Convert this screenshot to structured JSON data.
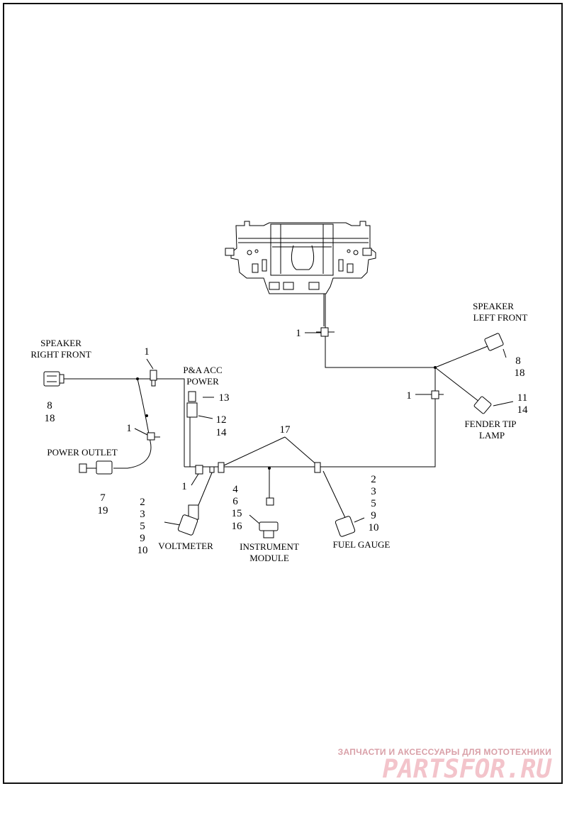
{
  "labels": {
    "speaker_left_front_1": "SPEAKER",
    "speaker_left_front_2": "LEFT FRONT",
    "speaker_right_front_1": "SPEAKER",
    "speaker_right_front_2": "RIGHT FRONT",
    "pa_acc_1": "P&A ACC",
    "pa_acc_2": "POWER",
    "power_outlet": "POWER OUTLET",
    "fender_tip_1": "FENDER TIP",
    "fender_tip_2": "LAMP",
    "voltmeter": "VOLTMETER",
    "instrument_1": "INSTRUMENT",
    "instrument_2": "MODULE",
    "fuel_gauge": "FUEL GAUGE"
  },
  "callouts": {
    "c1_top": "1",
    "c1_right": "1",
    "c1_rf": "1",
    "c1_outlet": "1",
    "c1_bottom": "1",
    "c17": "17",
    "rf_8": "8",
    "rf_18": "18",
    "lf_8": "8",
    "lf_18": "18",
    "ft_11": "11",
    "ft_14": "14",
    "pa_13": "13",
    "pa_12": "12",
    "pa_14": "14",
    "po_7": "7",
    "po_19": "19",
    "vm_2": "2",
    "vm_3": "3",
    "vm_5": "5",
    "vm_9": "9",
    "vm_10": "10",
    "im_4": "4",
    "im_6": "6",
    "im_15": "15",
    "im_16": "16",
    "fg_2": "2",
    "fg_3": "3",
    "fg_5": "5",
    "fg_9": "9",
    "fg_10": "10"
  },
  "watermark": {
    "tagline": "ЗАПЧАСТИ И АКСЕССУАРЫ ДЛЯ МОТОТЕХНИКИ",
    "logo": "PARTSFOR.RU"
  },
  "colors": {
    "line": "#000000",
    "watermark_text": "#d9a0a8",
    "watermark_logo": "#f3c4cb"
  }
}
